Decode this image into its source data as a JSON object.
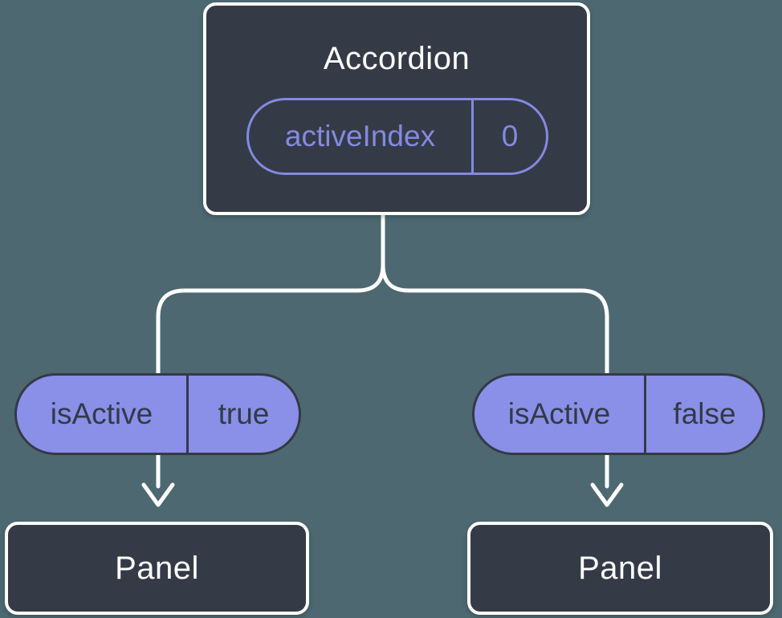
{
  "diagram": {
    "type": "component-state-tree",
    "colors": {
      "background": "#4d6871",
      "node_fill": "#343b47",
      "node_border": "#ffffff",
      "connector": "#ffffff",
      "prop_pill_fill": "#8a8fe8",
      "state_pill_outline": "#8489e0",
      "dark_text": "#333a46",
      "light_text": "#ffffff"
    },
    "root": {
      "title": "Accordion",
      "state": {
        "name": "activeIndex",
        "value": "0"
      }
    },
    "children": [
      {
        "prop": {
          "name": "isActive",
          "value": "true"
        },
        "node": {
          "title": "Panel"
        }
      },
      {
        "prop": {
          "name": "isActive",
          "value": "false"
        },
        "node": {
          "title": "Panel"
        }
      }
    ]
  }
}
